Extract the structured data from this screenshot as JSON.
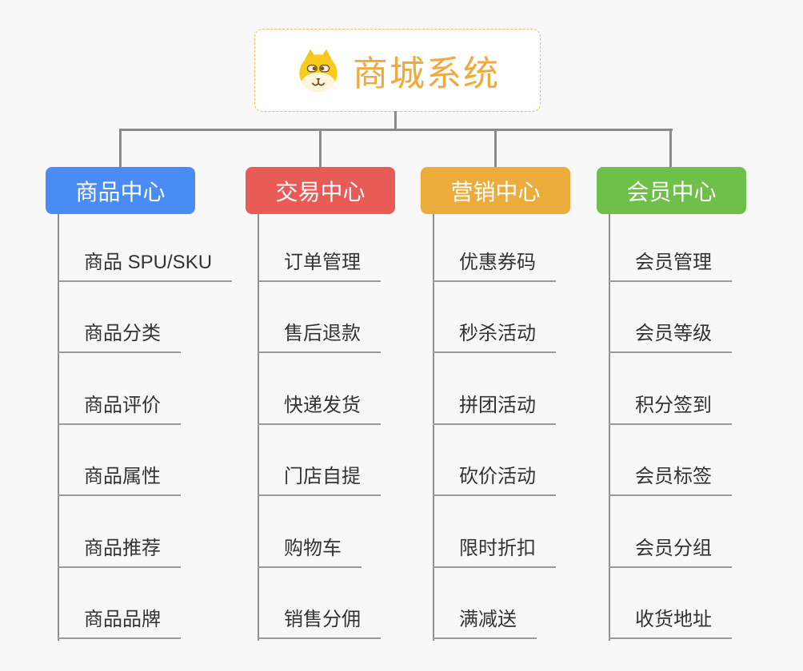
{
  "root": {
    "title": "商城系统",
    "icon": "dog-icon",
    "title_color": "#f0a93c",
    "border_color": "#f2bc5e"
  },
  "connector_color": "#8c8c8c",
  "background_color": "#f8f8f8",
  "branches": [
    {
      "label": "商品中心",
      "color": "#4a8cf5",
      "children": [
        "商品 SPU/SKU",
        "商品分类",
        "商品评价",
        "商品属性",
        "商品推荐",
        "商品品牌"
      ]
    },
    {
      "label": "交易中心",
      "color": "#e95b56",
      "children": [
        "订单管理",
        "售后退款",
        "快递发货",
        "门店自提",
        "购物车",
        "销售分佣"
      ]
    },
    {
      "label": "营销中心",
      "color": "#ecac3c",
      "children": [
        "优惠券码",
        "秒杀活动",
        "拼团活动",
        "砍价活动",
        "限时折扣",
        "满减送"
      ]
    },
    {
      "label": "会员中心",
      "color": "#6fbf4b",
      "children": [
        "会员管理",
        "会员等级",
        "积分签到",
        "会员标签",
        "会员分组",
        "收货地址"
      ]
    }
  ]
}
